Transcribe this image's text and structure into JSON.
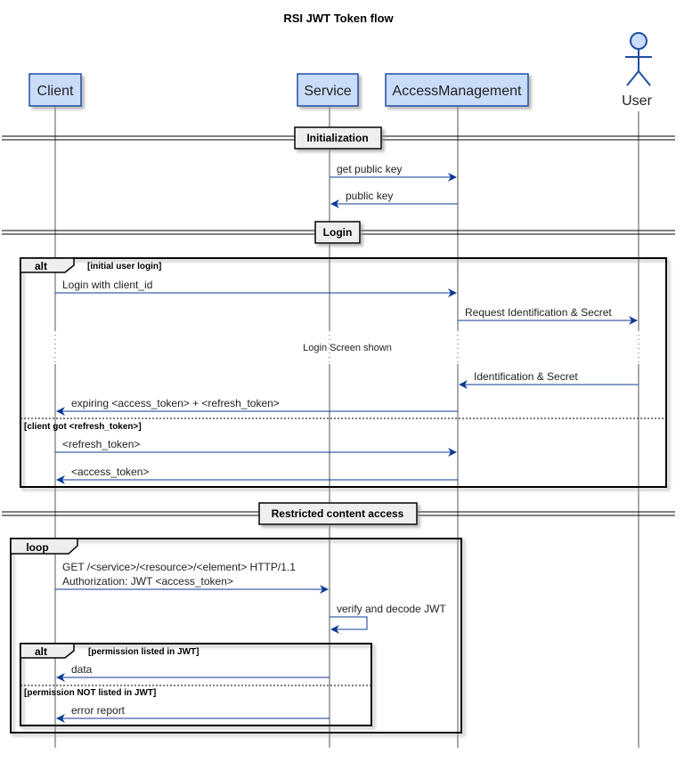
{
  "title": "RSI JWT Token flow",
  "participants": {
    "client": "Client",
    "service": "Service",
    "access_management": "AccessManagement",
    "user": "User"
  },
  "dividers": {
    "initialization": "Initialization",
    "login": "Login",
    "restricted": "Restricted content access"
  },
  "fragments": {
    "alt_keyword": "alt",
    "loop_keyword": "loop",
    "login_alt_cond1": "[initial user login]",
    "login_alt_cond2": "[client got <refresh_token>]",
    "perm_alt_cond1": "[permission listed in JWT]",
    "perm_alt_cond2": "[permission NOT listed in JWT]"
  },
  "messages": {
    "get_public_key": "get public key",
    "public_key": "public key",
    "login_with_client_id": "Login with client_id",
    "request_identification": "Request Identification & Secret",
    "login_screen_shown": "Login Screen shown",
    "identification_secret": "Identification & Secret",
    "expiring_tokens": "expiring <access_token> + <refresh_token>",
    "refresh_token": "<refresh_token>",
    "access_token": "<access_token>",
    "get_resource_line1": "GET /<service>/<resource>/<element> HTTP/1.1",
    "get_resource_line2": "Authorization: JWT <access_token>",
    "verify_decode": "verify and decode JWT",
    "data": "data",
    "error_report": "error report"
  },
  "colors": {
    "participant_fill": "#c9dcf9",
    "participant_stroke": "#1f4fa0",
    "arrow": "#0b3a96",
    "fragment_header_fill": "#eeeeee",
    "divider_box_fill": "#eeeeee"
  }
}
